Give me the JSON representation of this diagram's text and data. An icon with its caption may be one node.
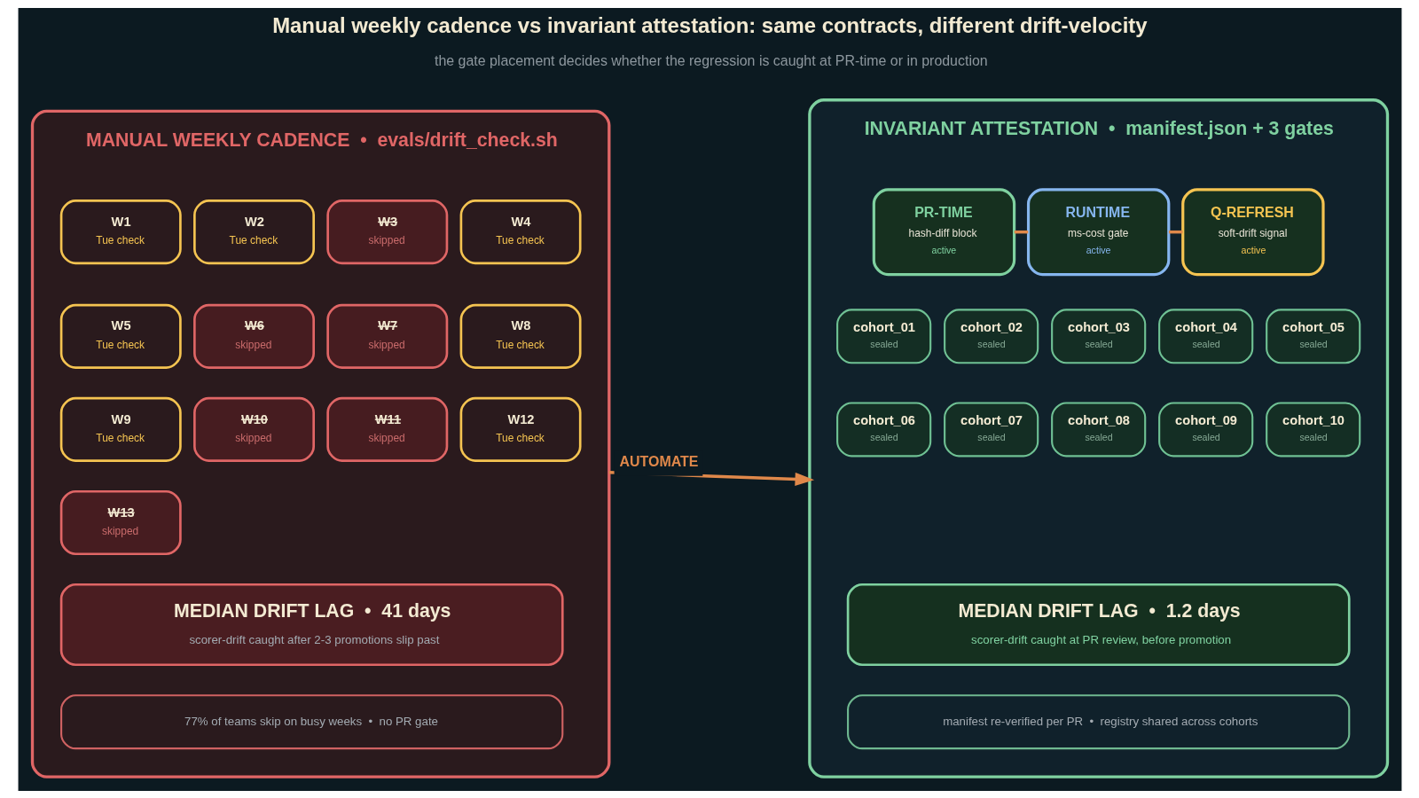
{
  "diagram": {
    "title": "Manual weekly cadence vs invariant attestation: same contracts, different drift-velocity",
    "caption": "the gate placement decides whether the regression is caught at PR-time or in production",
    "nodes": [
      {
        "text": [
          "MANUAL WEEKLY CADENCE  •  evals/drift_check.sh"
        ]
      },
      {
        "text": [
          "W1",
          "Tue check"
        ],
        "in": 0
      },
      {
        "text": [
          "W2",
          "Tue check"
        ],
        "in": 0
      },
      {
        "text": [
          "W3",
          "skipped"
        ],
        "in": 0
      },
      {
        "text": [
          "W4",
          "Tue check"
        ],
        "in": 0
      },
      {
        "text": [
          "W5",
          "Tue check"
        ],
        "in": 0
      },
      {
        "text": [
          "W6",
          "skipped"
        ],
        "in": 0
      },
      {
        "text": [
          "W7",
          "skipped"
        ],
        "in": 0
      },
      {
        "text": [
          "W8",
          "Tue check"
        ],
        "in": 0
      },
      {
        "text": [
          "W9",
          "Tue check"
        ],
        "in": 0
      },
      {
        "text": [
          "W10",
          "skipped"
        ],
        "in": 0
      },
      {
        "text": [
          "W11",
          "skipped"
        ],
        "in": 0
      },
      {
        "text": [
          "W12",
          "Tue check"
        ],
        "in": 0
      },
      {
        "text": [
          "W13",
          "skipped"
        ],
        "in": 0
      },
      {
        "text": [
          "MEDIAN DRIFT LAG  •  41 days",
          "scorer-drift caught after 2-3 promotions slip past"
        ],
        "in": 0
      },
      {
        "text": [
          "77% of teams skip on busy weeks  •  no PR gate"
        ],
        "in": 0
      },
      {
        "text": [
          "INVARIANT ATTESTATION  •  manifest.json + 3 gates"
        ]
      },
      {
        "text": [
          "PR-TIME",
          "hash-diff block",
          "active"
        ],
        "in": 16
      },
      {
        "text": [
          "RUNTIME",
          "ms-cost gate",
          "active"
        ],
        "in": 16
      },
      {
        "text": [
          "Q-REFRESH",
          "soft-drift signal",
          "active"
        ],
        "in": 16
      },
      {
        "text": [
          "cohort_01",
          "sealed"
        ],
        "in": 16
      },
      {
        "text": [
          "cohort_02",
          "sealed"
        ],
        "in": 16
      },
      {
        "text": [
          "cohort_03",
          "sealed"
        ],
        "in": 16
      },
      {
        "text": [
          "cohort_04",
          "sealed"
        ],
        "in": 16
      },
      {
        "text": [
          "cohort_05",
          "sealed"
        ],
        "in": 16
      },
      {
        "text": [
          "cohort_06",
          "sealed"
        ],
        "in": 16
      },
      {
        "text": [
          "cohort_07",
          "sealed"
        ],
        "in": 16
      },
      {
        "text": [
          "cohort_08",
          "sealed"
        ],
        "in": 16
      },
      {
        "text": [
          "cohort_09",
          "sealed"
        ],
        "in": 16
      },
      {
        "text": [
          "cohort_10",
          "sealed"
        ],
        "in": 16
      },
      {
        "text": [
          "MEDIAN DRIFT LAG  •  1.2 days",
          "scorer-drift caught at PR review, before promotion"
        ],
        "in": 16
      },
      {
        "text": [
          "manifest re-verified per PR  •  registry shared across cohorts"
        ],
        "in": 16
      }
    ],
    "edges": [
      {
        "from": 17,
        "to": 18,
        "arrow": "none"
      },
      {
        "from": 18,
        "to": 19,
        "arrow": "none"
      },
      {
        "from": 0,
        "to": 16,
        "arrow": "to",
        "label": "AUTOMATE"
      }
    ]
  }
}
